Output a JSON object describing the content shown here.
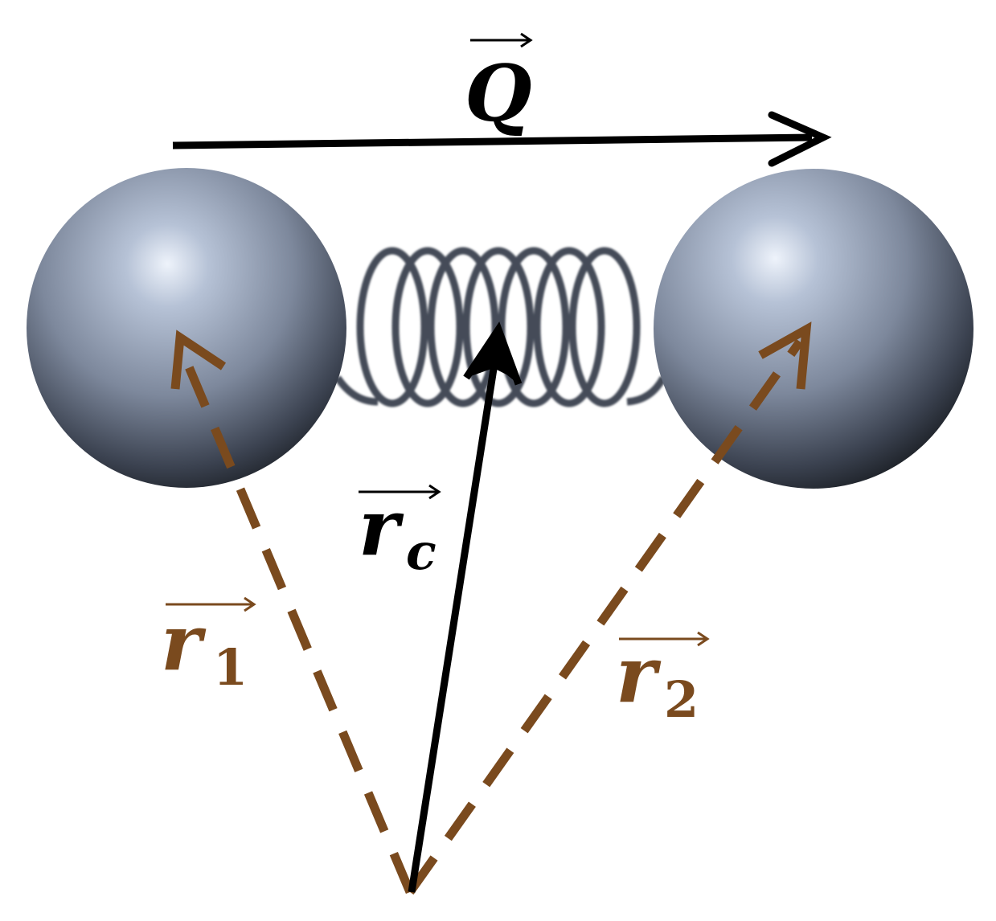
{
  "colors": {
    "background": "#ffffff",
    "vector_black": "#000000",
    "vector_brown": "#7a4a1e",
    "sphere_light": "#e8eef8",
    "sphere_mid": "#8e9ab0",
    "sphere_dark": "#262b33",
    "spring": "#454c58"
  },
  "labels": {
    "Q": {
      "base": "Q",
      "sub": ""
    },
    "rc": {
      "base": "r",
      "sub": "c"
    },
    "r1": {
      "base": "r",
      "sub": "1"
    },
    "r2": {
      "base": "r",
      "sub": "2"
    }
  },
  "icons": {
    "left_sphere": "sphere-icon",
    "right_sphere": "sphere-icon",
    "spring": "spring-icon"
  }
}
